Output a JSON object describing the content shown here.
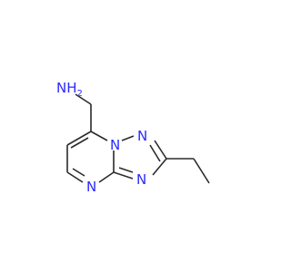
{
  "molecule": {
    "amine_label": "NH",
    "amine_subscript": "2",
    "atoms": {
      "n1": "N",
      "n2": "N",
      "n3": "N",
      "n4": "N"
    },
    "colors": {
      "bond": "#2b2b2b",
      "nitrogen": "#2a2aff",
      "background": "#ffffff"
    }
  }
}
